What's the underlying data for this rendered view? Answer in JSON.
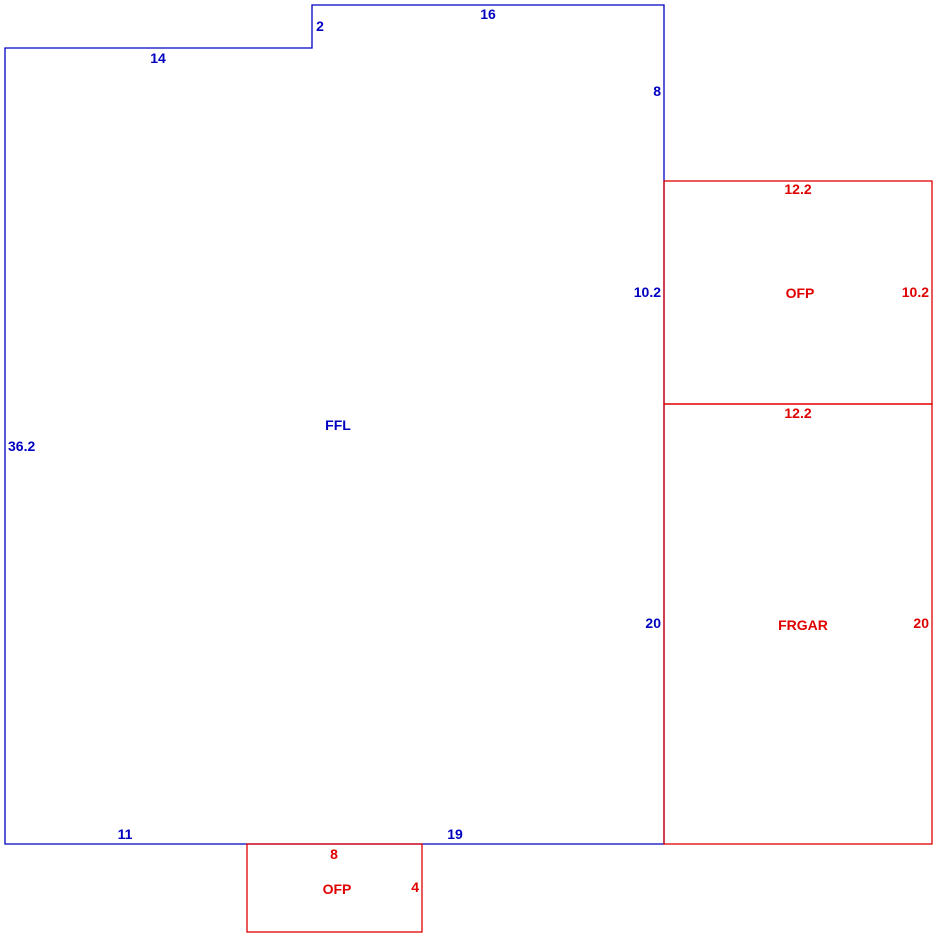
{
  "colors": {
    "main_structure": "#0000c0",
    "attached_areas": "#e00000",
    "background": "#ffffff"
  },
  "areas": {
    "main": {
      "code": "FFL",
      "dimensions": {
        "top_left": "14",
        "step_vertical": "2",
        "top_right": "16",
        "right_upper": "8",
        "right_middle": "10.2",
        "right_lower": "20",
        "left": "36.2",
        "bottom_left": "11",
        "bottom_right": "19"
      }
    },
    "porch_right": {
      "code": "OFP",
      "dimensions": {
        "top": "12.2",
        "right": "10.2"
      }
    },
    "garage": {
      "code": "FRGAR",
      "dimensions": {
        "top": "12.2",
        "right": "20"
      }
    },
    "porch_bottom": {
      "code": "OFP",
      "dimensions": {
        "top": "8",
        "right": "4"
      }
    }
  }
}
